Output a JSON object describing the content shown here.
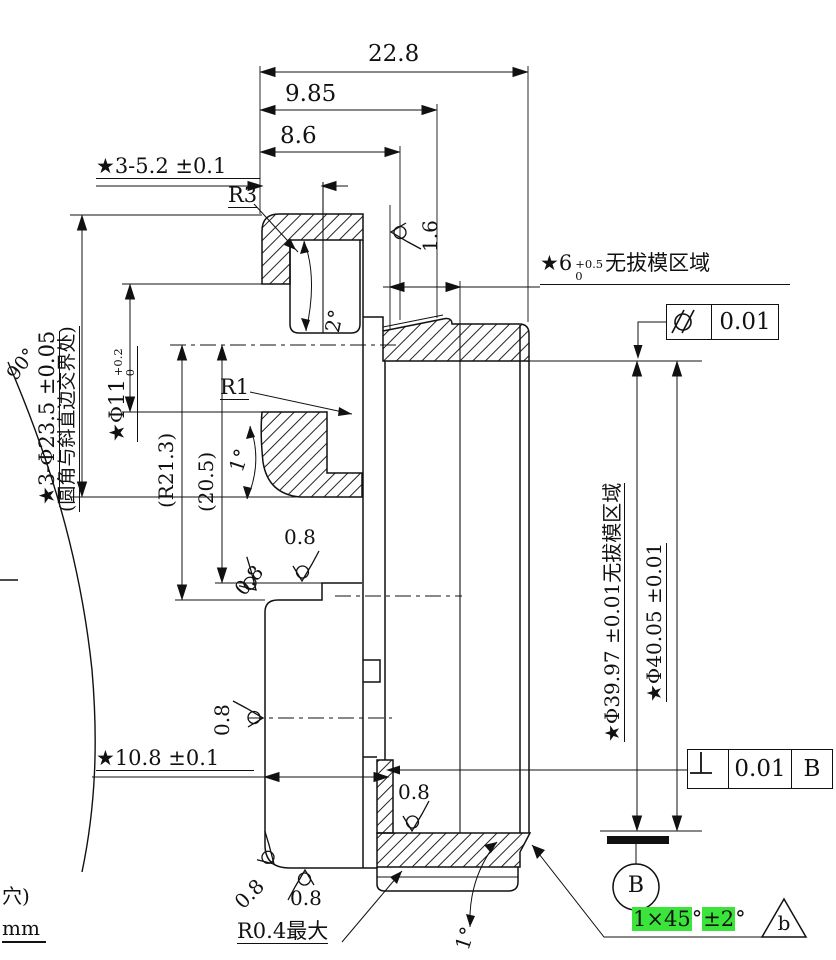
{
  "drawing": {
    "dims": {
      "d22_8": "22.8",
      "d9_85": "9.85",
      "d8_6": "8.6",
      "slot_width": "★3-5.2 ±0.1",
      "r3": "R3",
      "r1": "R1",
      "bolt_circle": "★3-Φ23.5 ±0.05",
      "bolt_circle_note": "(圆角与斜直边交界处)",
      "phi11": "★Φ11",
      "phi11_tol_upper": "+0.2",
      "phi11_tol_lower": "0",
      "r21_3": "(R21.3)",
      "d20_5": "(20.5)",
      "angle_2": "2°",
      "angle_1_mid": "1°",
      "angle_1_bottom": "1°",
      "angle_90": "90°",
      "no_draft_6": "★6",
      "no_draft_6_tol_upper": "+0.5",
      "no_draft_6_tol_lower": "0",
      "no_draft_6_note": "无拔模区域",
      "phi39_97": "★Φ39.97 ±0.01无拔模区域",
      "phi40_05": "★Φ40.05 ±0.01",
      "d10_8": "★10.8 ±0.1",
      "r0_4": "R0.4最大",
      "chamfer_seg1": "1×45",
      "chamfer_deg1": "°",
      "chamfer_seg2": "±2",
      "chamfer_deg2": "°",
      "draft_mark": "b"
    },
    "roughness": {
      "ra08": "0.8",
      "ra16": "1.6"
    },
    "gdt": {
      "cylindricity_value": "0.01",
      "perpendicularity_value": "0.01",
      "perpendicularity_datum": "B",
      "datum_label": "B"
    },
    "fragments": {
      "hole": "穴)",
      "unit": "mm"
    },
    "colors": {
      "highlight": "#3BE43B",
      "line": "#1a1a1a"
    }
  }
}
